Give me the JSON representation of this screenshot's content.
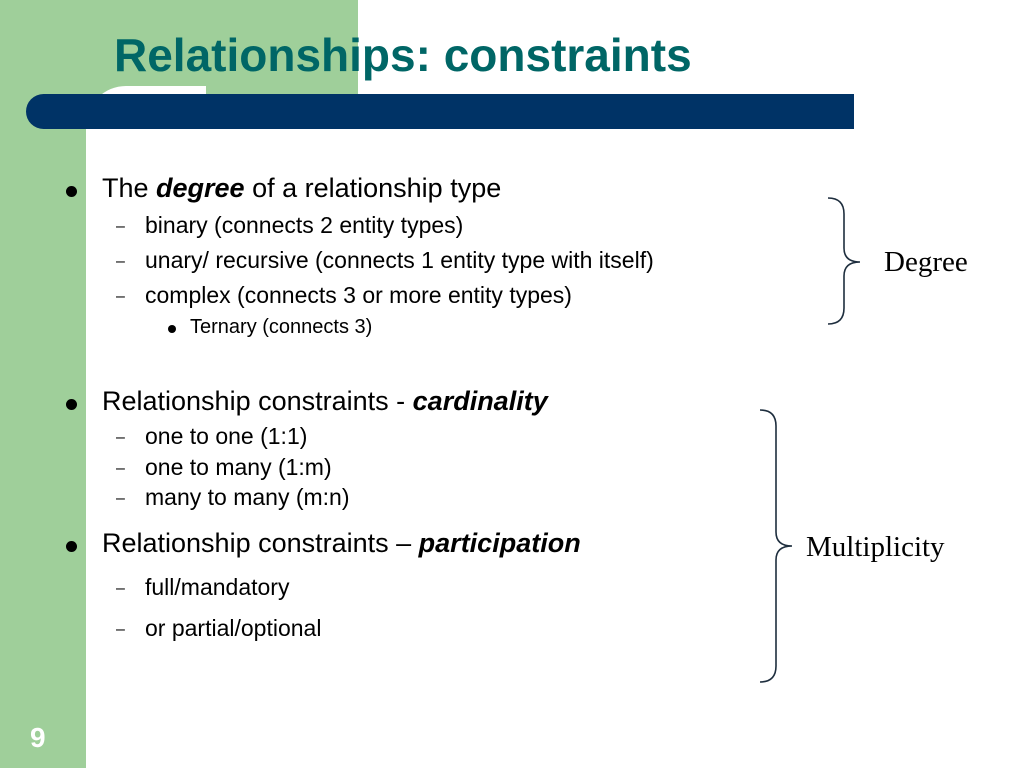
{
  "slide": {
    "title": "Relationships: constraints",
    "number": "9",
    "accent_green": "#9fcf9a",
    "title_bar_color": "#003366",
    "title_color": "#006666"
  },
  "bullets": {
    "degree": {
      "pre": "The ",
      "emph": "degree",
      "post": " of a relationship type",
      "subs": [
        "binary (connects 2 entity types)",
        "unary/ recursive (connects 1 entity type with itself)",
        "complex (connects 3 or more entity types)"
      ],
      "subsub": "Ternary (connects 3)"
    },
    "cardinality": {
      "pre": "Relationship constraints - ",
      "emph": "cardinality",
      "subs": [
        "one to one (1:1)",
        "one to many (1:m)",
        "many to many (m:n)"
      ]
    },
    "participation": {
      "pre": "Relationship constraints – ",
      "emph": "participation",
      "subs": [
        "full/mandatory",
        "or partial/optional"
      ]
    }
  },
  "braces": {
    "degree_label": "Degree",
    "multiplicity_label": "Multiplicity"
  }
}
